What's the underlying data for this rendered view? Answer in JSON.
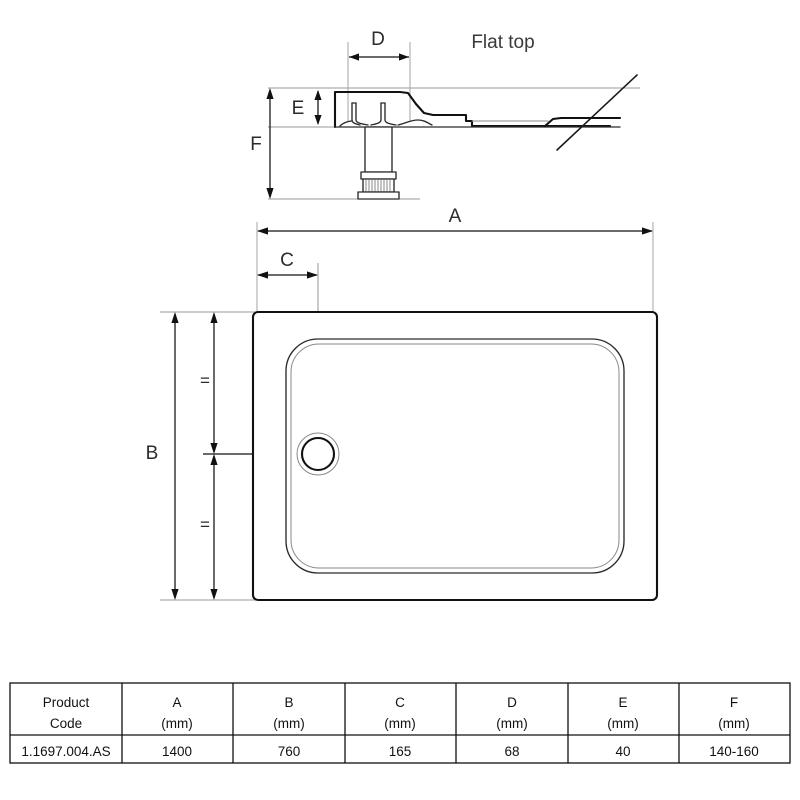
{
  "drawing": {
    "title_note": "Flat top",
    "dimension_labels": {
      "A": "A",
      "B": "B",
      "C": "C",
      "D": "D",
      "E": "E",
      "F": "F"
    },
    "equal_marks": [
      "=",
      "="
    ],
    "colors": {
      "background": "#ffffff",
      "line_heavy": "#111111",
      "line_mid": "#2a2a2a",
      "line_light": "#8a8a8a",
      "dimension": "#111111",
      "extension": "#9a9a9a",
      "text": "#1a1a1a"
    }
  },
  "table": {
    "headers": [
      {
        "name": "Product\nCode",
        "line1": "Product",
        "line2": "Code"
      },
      {
        "name": "A",
        "line1": "A",
        "line2": "(mm)"
      },
      {
        "name": "B",
        "line1": "B",
        "line2": "(mm)"
      },
      {
        "name": "C",
        "line1": "C",
        "line2": "(mm)"
      },
      {
        "name": "D",
        "line1": "D",
        "line2": "(mm)"
      },
      {
        "name": "E",
        "line1": "E",
        "line2": "(mm)"
      },
      {
        "name": "F",
        "line1": "F",
        "line2": "(mm)"
      }
    ],
    "rows": [
      {
        "product_code": "1.1697.004.AS",
        "A": "1400",
        "B": "760",
        "C": "165",
        "D": "68",
        "E": "40",
        "F": "140-160"
      }
    ]
  }
}
